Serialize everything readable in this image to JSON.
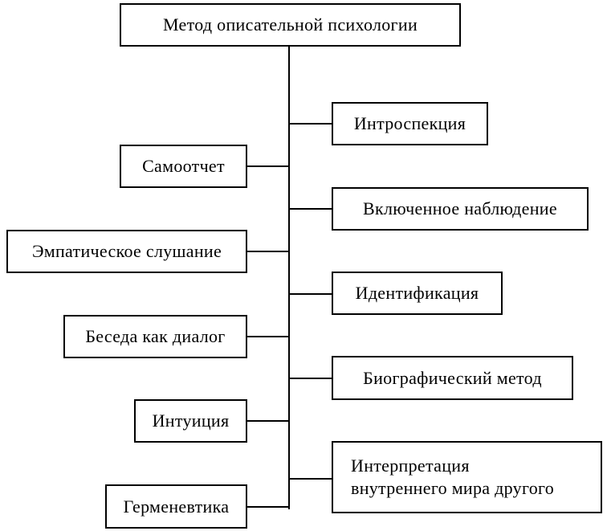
{
  "title": "Метод описательной психологии",
  "right_methods": [
    "Интроспекция",
    "Включенное наблюдение",
    "Идентификация",
    "Биографический метод"
  ],
  "right_last": {
    "line1": "Интерпретация",
    "line2": "внутреннего мира другого"
  },
  "left_methods": [
    "Самоотчет",
    "Эмпатическое слушание",
    "Беседа как диалог",
    "Интуиция",
    "Герменевтика"
  ]
}
